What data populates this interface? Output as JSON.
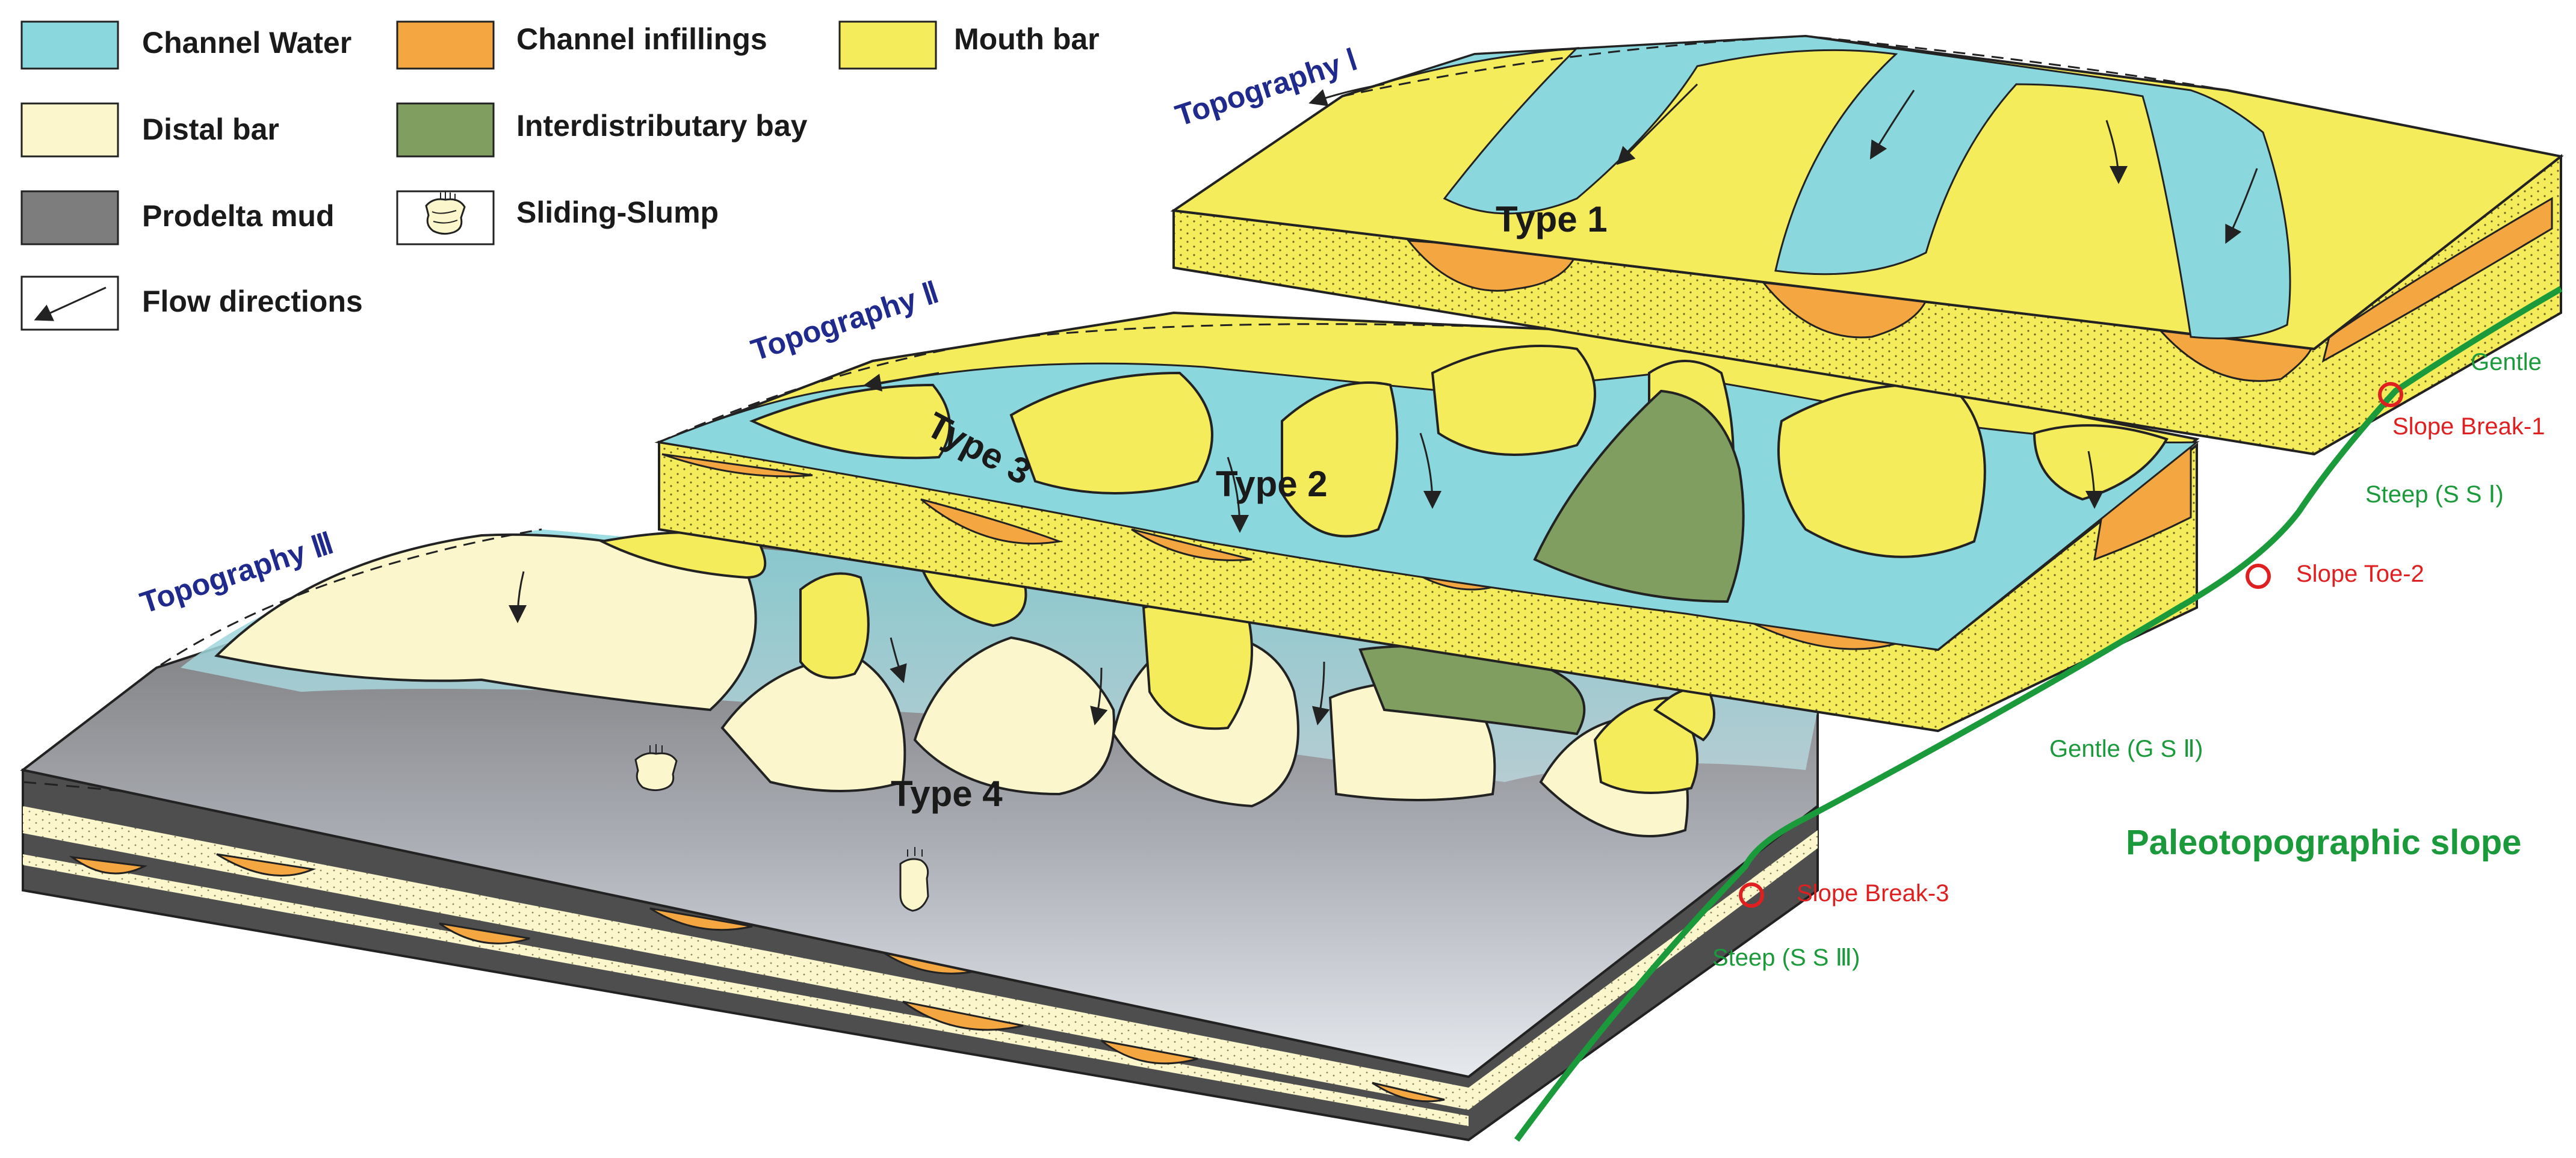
{
  "legend": {
    "items": [
      {
        "key": "channel-water",
        "label": "Channel Water",
        "color": "#8ad8de"
      },
      {
        "key": "channel-infillings",
        "label": "Channel infillings",
        "color": "#f4a640"
      },
      {
        "key": "mouth-bar",
        "label": "Mouth bar",
        "color": "#f5ec5c"
      },
      {
        "key": "distal-bar",
        "label": "Distal bar",
        "color": "#fbf6cc"
      },
      {
        "key": "interdistributary-bay",
        "label": "Interdistributary bay",
        "color": "#7f9e60"
      },
      {
        "key": "prodelta-mud",
        "label": "Prodelta mud",
        "color": "#7d7d7d"
      },
      {
        "key": "sliding-slump",
        "label": "Sliding-Slump",
        "icon": "sliding-slump-icon"
      },
      {
        "key": "flow-directions",
        "label": "Flow directions",
        "icon": "arrow-icon"
      }
    ]
  },
  "topography": {
    "t1": "Topography Ⅰ",
    "t2": "Topography Ⅱ",
    "t3": "Topography Ⅲ"
  },
  "types": {
    "t1": "Type 1",
    "t2": "Type 2",
    "t3": "Type 3",
    "t4": "Type 4"
  },
  "slope": {
    "title": "Paleotopographic slope",
    "gentle_top": "Gentle",
    "break1": "Slope Break-1",
    "steep1": "Steep (S S Ⅰ)",
    "toe2": "Slope Toe-2",
    "gentle2": "Gentle (G S Ⅱ)",
    "break3": "Slope Break-3",
    "steep3": "Steep (S S Ⅲ)",
    "line_color": "#1a9a3a",
    "marker_color": "#e02020"
  },
  "colors": {
    "water": "#8ad8de",
    "infill": "#f4a640",
    "mouth_bar": "#f5ec5c",
    "distal_bar": "#fbf6cc",
    "bay": "#7f9e60",
    "mud_dark": "#5c5c5c",
    "mud_light": "#d9dde4",
    "outline": "#222222",
    "title_blue": "#1f2a8c"
  }
}
